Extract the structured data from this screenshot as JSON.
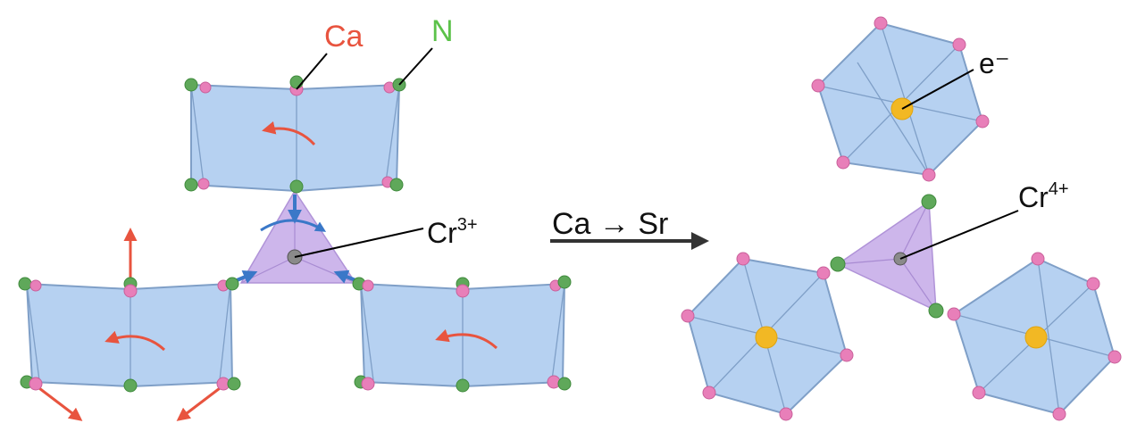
{
  "labels": {
    "ca": "Ca",
    "n": "N",
    "cr_left": "Cr",
    "cr_left_sup": "3+",
    "transform": "Ca → Sr",
    "electron": "e⁻",
    "cr_right": "Cr",
    "cr_right_sup": "4+"
  },
  "colors": {
    "ca_label": "#e8543f",
    "n_label": "#5cc24a",
    "ca_atom": "#e87fb9",
    "n_atom": "#5fa85a",
    "electron": "#f2b824",
    "polyhedron": "#a9c9ee",
    "tetrahedron": "#c8aee9",
    "rotation_arrow": "#e8543f",
    "compression_arrow": "#3a78c8"
  }
}
